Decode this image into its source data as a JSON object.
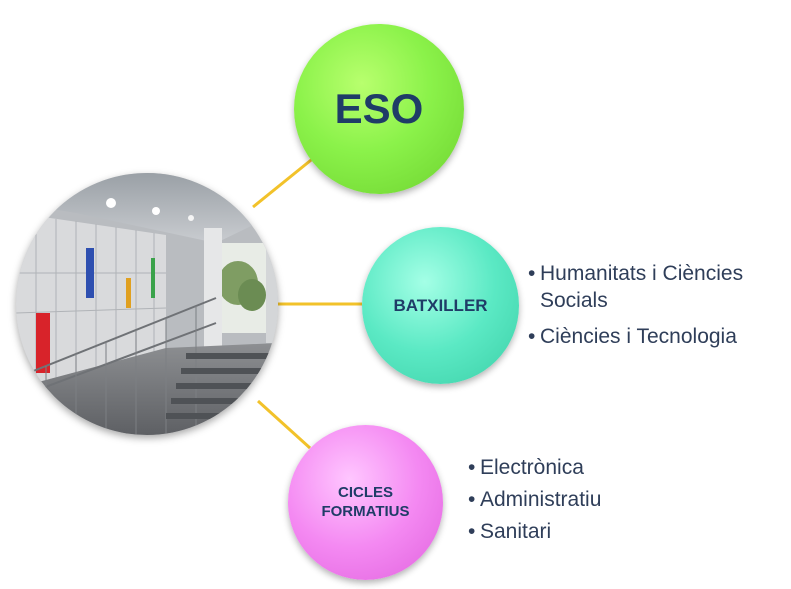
{
  "diagram": {
    "center": {
      "image": "school-corridor-photo"
    },
    "nodes": [
      {
        "id": "eso",
        "title_lines": [
          "ESO"
        ],
        "color": "#8bf24a",
        "items": []
      },
      {
        "id": "batxiller",
        "title_lines": [
          "BATXILLER"
        ],
        "color": "#5be9c4",
        "items": [
          "Humanitats i Ciències Socials",
          "Ciències i Tecnologia"
        ]
      },
      {
        "id": "cicles-formatius",
        "title_lines": [
          "CICLES",
          "FORMATIUS"
        ],
        "color": "#f489f2",
        "items": [
          "Electrònica",
          "Administratiu",
          "Sanitari"
        ]
      }
    ],
    "connector_color": "#f2c22a",
    "text_color": "#1f3c67"
  }
}
